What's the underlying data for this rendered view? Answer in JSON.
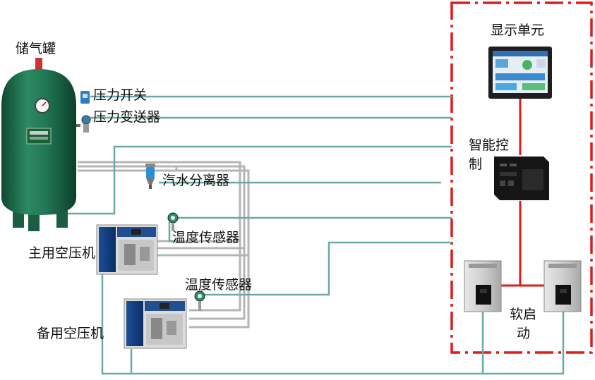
{
  "labels": {
    "tank": "储气罐",
    "pressure_switch": "压力开关",
    "pressure_transmitter": "压力变送器",
    "separator": "汽水分离器",
    "temp_sensor_1": "温度传感器",
    "temp_sensor_2": "温度传感器",
    "main_compressor": "主用空压机",
    "backup_compressor": "备用空压机",
    "display_unit": "显示单元",
    "controller_line1": "智能控",
    "controller_line2": "制",
    "soft_start_line1": "软启",
    "soft_start_line2": "动"
  },
  "colors": {
    "signal_line": "#6aa9a6",
    "air_pipe": "#b9b9b9",
    "power_line": "#e11b1b",
    "dashdot_border": "#e11b1b",
    "tank_body": "#1f6b4a"
  }
}
